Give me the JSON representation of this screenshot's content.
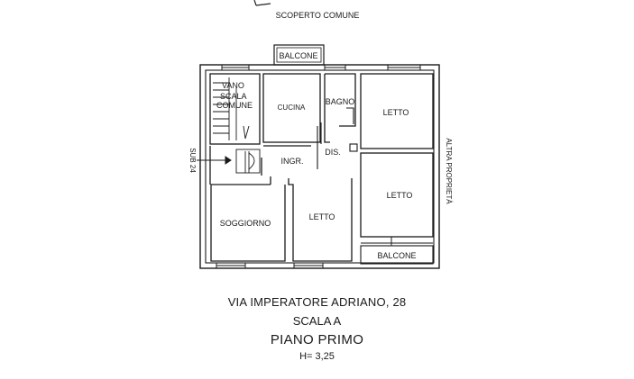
{
  "labels": {
    "top_area": "SCOPERTO COMUNE",
    "side_left": "SUB 24",
    "side_right": "ALTRA PROPRIETÀ",
    "stair": [
      "VANO",
      "SCALA",
      "COMUNE"
    ]
  },
  "rooms": {
    "balcone_top": "BALCONE",
    "cucina": "CUCINA",
    "bagno": "BAGNO",
    "letto_1": "LETTO",
    "ingresso": "INGR.",
    "disimpegno": "DIS.",
    "letto_2": "LETTO",
    "soggiorno": "SOGGIORNO",
    "letto_3": "LETTO",
    "balcone_bottom": "BALCONE"
  },
  "captions": {
    "street": "VIA IMPERATORE ADRIANO, 28",
    "stair": "SCALA A",
    "floor": "PIANO PRIMO",
    "height": "H= 3,25"
  },
  "colors": {
    "ink": "#1a1a1a",
    "background": "#ffffff"
  }
}
